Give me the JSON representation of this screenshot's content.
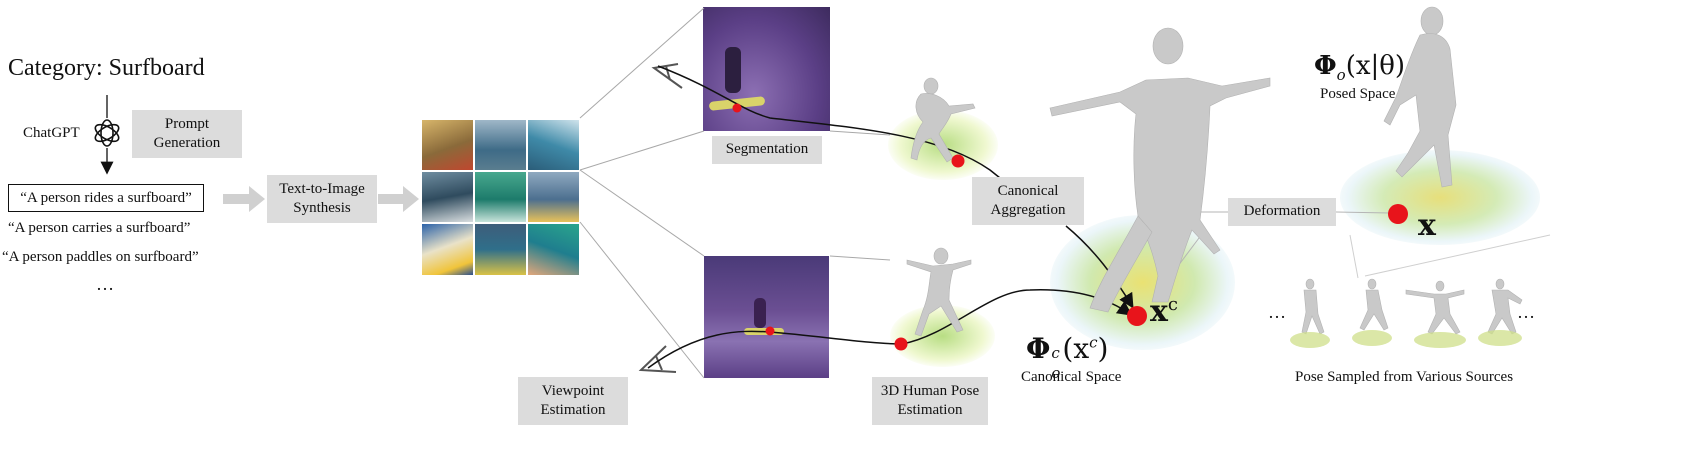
{
  "category_title": "Category: Surfboard",
  "chatgpt_label": "ChatGPT",
  "prompt_generation": [
    "Prompt",
    "Generation"
  ],
  "prompts": [
    "“A person rides a surfboard”",
    "“A person carries a surfboard”",
    "“A person paddles on surfboard”"
  ],
  "prompts_ellipsis": "…",
  "text_to_image": [
    "Text-to-Image",
    "Synthesis"
  ],
  "segmentation": "Segmentation",
  "viewpoint_estimation": [
    "Viewpoint",
    "Estimation"
  ],
  "pose_estimation": [
    "3D Human Pose",
    "Estimation"
  ],
  "canonical_aggregation": [
    "Canonical",
    "Aggregation"
  ],
  "deformation": "Deformation",
  "canonical_space_label": "Canonical Space",
  "posed_space_label": "Posed Space",
  "pose_sampled_label": "Pose Sampled from Various Sources",
  "pose_ellipsis_left": "…",
  "pose_ellipsis_right": "…",
  "math": {
    "phi_canonical": "Φ",
    "phi_canonical_sub": "o",
    "phi_canonical_sup": "c",
    "phi_canonical_arg": "(x",
    "phi_canonical_arg_sup": "c",
    "phi_canonical_close": ")",
    "phi_posed": "Φ",
    "phi_posed_sub": "o",
    "phi_posed_arg": "(x|θ)",
    "x_c": "x",
    "x_c_sup": "c",
    "x_posed": "x"
  },
  "colors": {
    "box_gray": "#dcdcdc",
    "arrow_gray": "#d0d0d0",
    "point_red": "#e8141b",
    "image_purple": "#5b3f86",
    "human_gray": "#c9c9c9"
  }
}
